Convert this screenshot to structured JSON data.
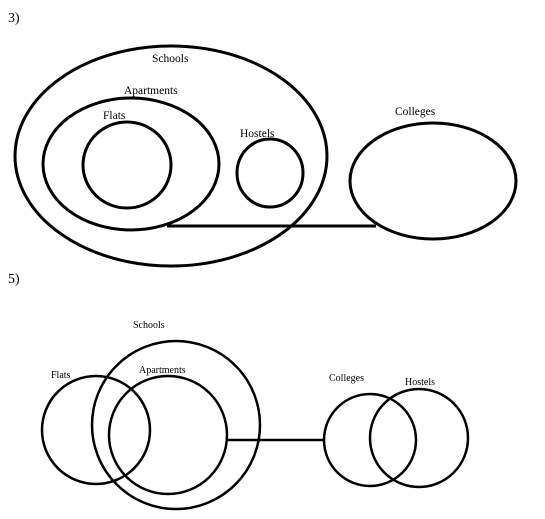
{
  "diagram_3": {
    "number": "3)",
    "labels": {
      "schools": "Schools",
      "apartments": "Apartments",
      "flats": "Flats",
      "hostels": "Hostels",
      "colleges": "Colleges"
    }
  },
  "diagram_5": {
    "number": "5)",
    "labels": {
      "schools": "Schools",
      "apartments": "Apartments",
      "flats": "Flats",
      "colleges": "Colleges",
      "hostels": "Hostels"
    }
  },
  "colors": {
    "stroke": "#000000",
    "background": "#ffffff"
  }
}
